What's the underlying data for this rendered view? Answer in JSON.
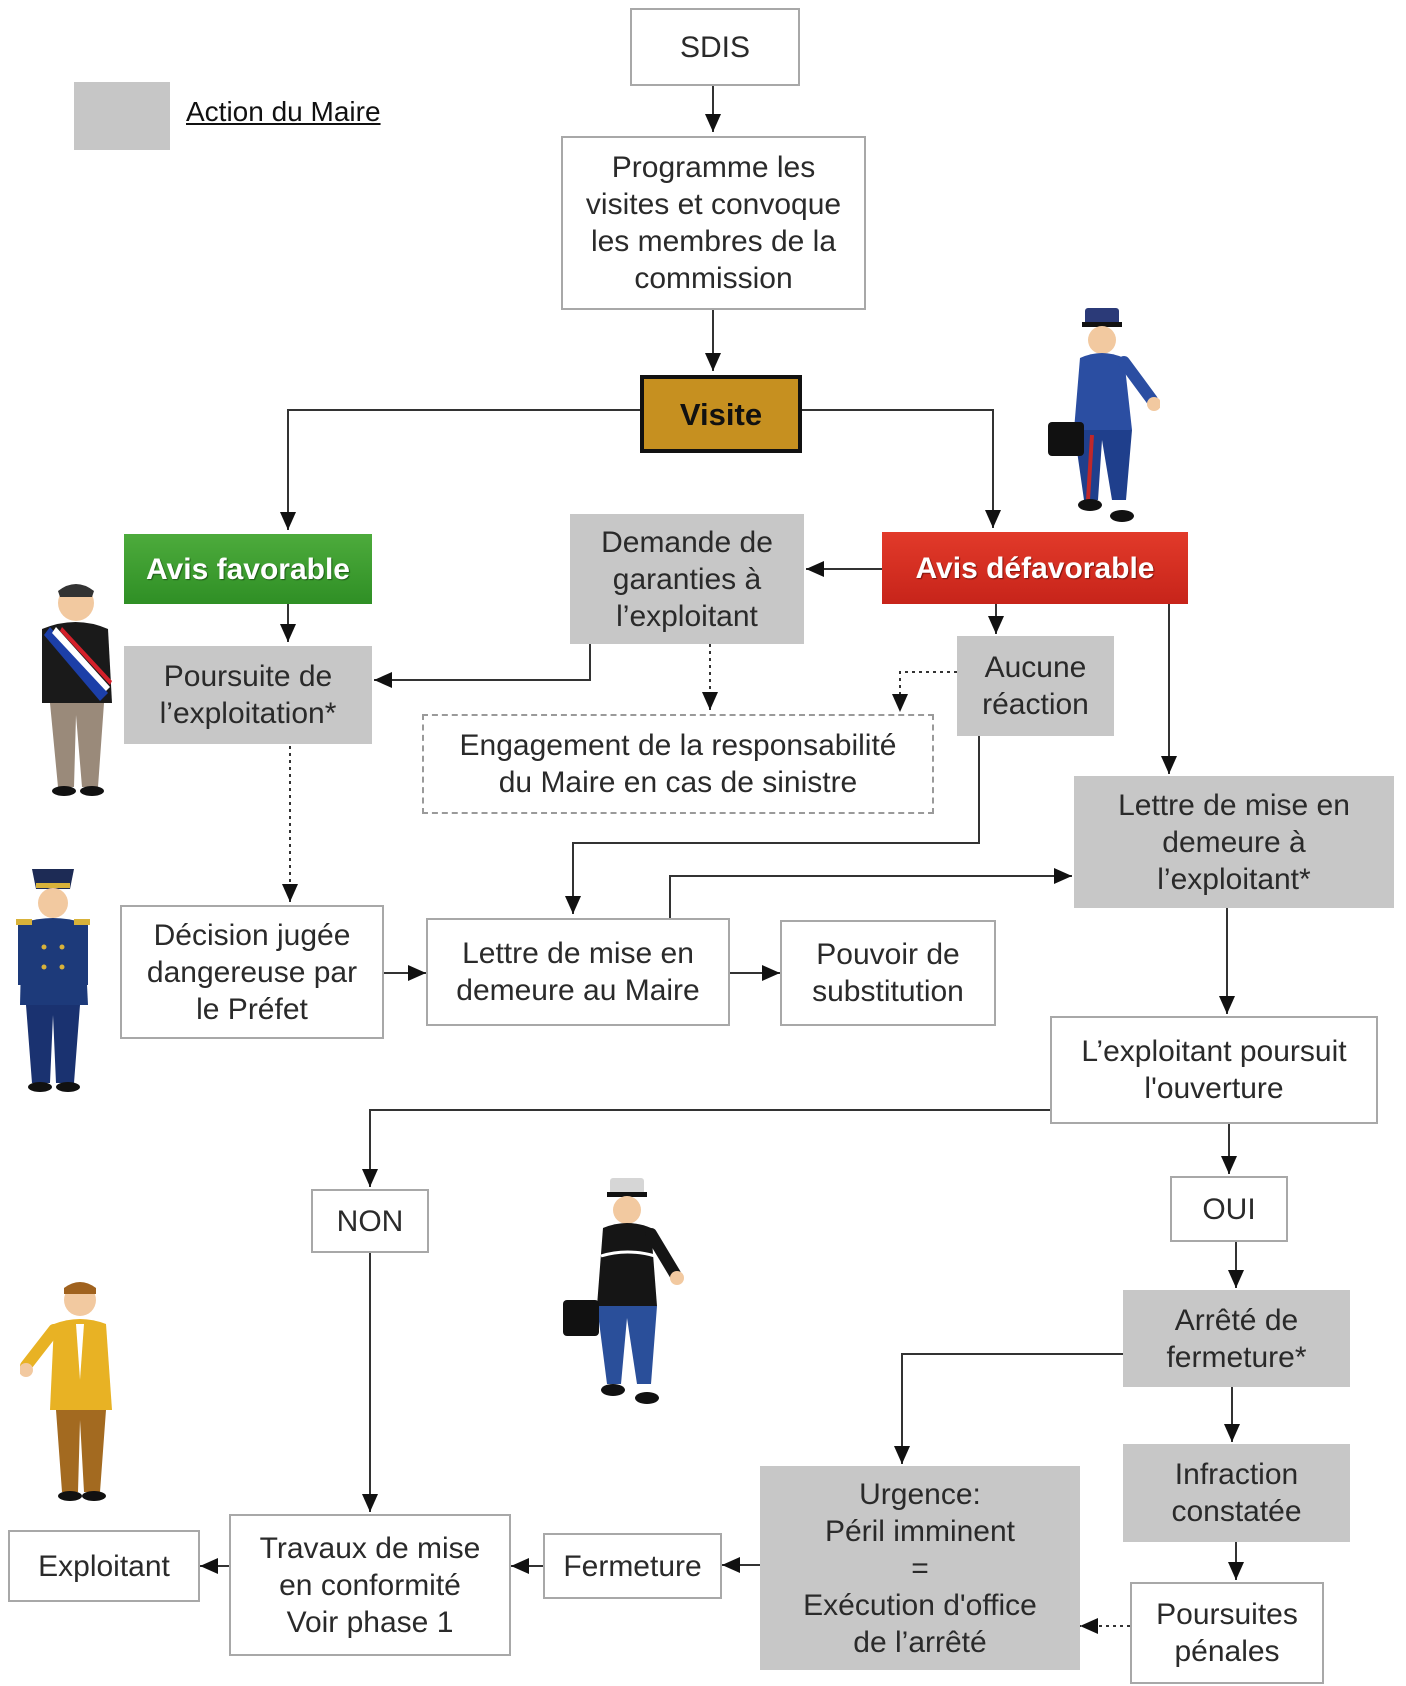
{
  "legend": {
    "label": "Action du Maire",
    "swatch_color": "#c6c6c6"
  },
  "nodes": {
    "sdis": "SDIS",
    "programme": "Programme les\nvisites et convoque\nles membres de la\ncommission",
    "visite": "Visite",
    "avis_favorable": "Avis favorable",
    "avis_defavorable": "Avis défavorable",
    "demande": "Demande de\ngaranties à\nl’exploitant",
    "poursuite": "Poursuite de\nl’exploitation*",
    "aucune": "Aucune\nréaction",
    "engagement": "Engagement de la responsabilité\ndu Maire en cas de sinistre",
    "lettre_exploitant": "Lettre de mise en\ndemeure à\nl’exploitant*",
    "decision": "Décision jugée\ndangereuse par\nle Préfet",
    "lettre_maire": "Lettre de mise en\ndemeure au Maire",
    "pouvoir": "Pouvoir de\nsubstitution",
    "exploitant_poursuit": "L’exploitant poursuit\nl'ouverture",
    "non": "NON",
    "oui": "OUI",
    "arrete": "Arrêté de\nfermeture*",
    "infraction": "Infraction\nconstatée",
    "urgence": "Urgence:\nPéril imminent\n=\nExécution d'office\nde l’arrêté",
    "poursuites": "Poursuites\npénales",
    "fermeture": "Fermeture",
    "travaux": "Travaux de mise\nen conformité\nVoir phase 1",
    "exploitant": "Exploitant"
  },
  "colors": {
    "visite": "#c69020",
    "avis_favorable": "#3a9c2e",
    "avis_defavorable": "#d42f22",
    "mayor_action": "#c7c7c7"
  },
  "figures": [
    "gendarme-walking-icon",
    "mayor-with-sash-icon",
    "prefect-uniform-icon",
    "gendarme-walking-icon",
    "businessman-icon"
  ]
}
